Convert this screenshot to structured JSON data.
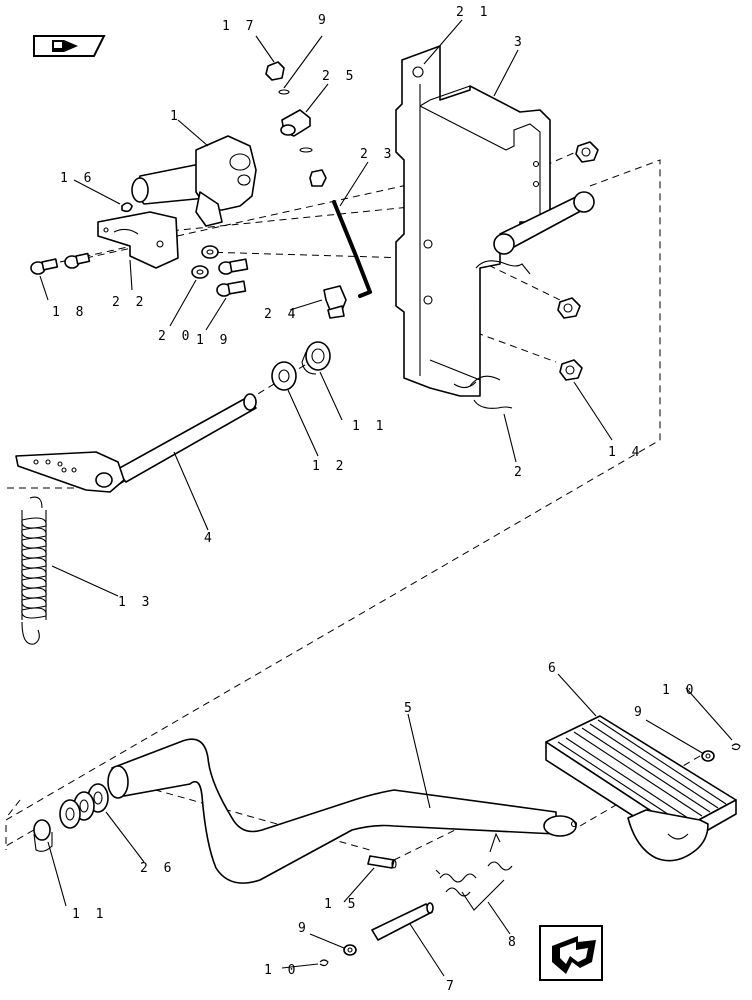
{
  "diagram": {
    "callouts": [
      {
        "id": "c17",
        "text": "1 7"
      },
      {
        "id": "c9a",
        "text": "9"
      },
      {
        "id": "c21",
        "text": "2 1"
      },
      {
        "id": "c3",
        "text": "3"
      },
      {
        "id": "c25",
        "text": "2 5"
      },
      {
        "id": "c1",
        "text": "1"
      },
      {
        "id": "c23",
        "text": "2 3"
      },
      {
        "id": "c16",
        "text": "1 6"
      },
      {
        "id": "c18",
        "text": "1 8"
      },
      {
        "id": "c22",
        "text": "2 2"
      },
      {
        "id": "c20",
        "text": "2 0"
      },
      {
        "id": "c19",
        "text": "1 9"
      },
      {
        "id": "c24",
        "text": "2 4"
      },
      {
        "id": "c11a",
        "text": "1 1"
      },
      {
        "id": "c12",
        "text": "1 2"
      },
      {
        "id": "c2",
        "text": "2"
      },
      {
        "id": "c14",
        "text": "1 4"
      },
      {
        "id": "c4",
        "text": "4"
      },
      {
        "id": "c13",
        "text": "1 3"
      },
      {
        "id": "c6",
        "text": "6"
      },
      {
        "id": "c10a",
        "text": "1 0"
      },
      {
        "id": "c9b",
        "text": "9"
      },
      {
        "id": "c5",
        "text": "5"
      },
      {
        "id": "c11b",
        "text": "1 1"
      },
      {
        "id": "c26",
        "text": "2 6"
      },
      {
        "id": "c15",
        "text": "1 5"
      },
      {
        "id": "c8",
        "text": "8"
      },
      {
        "id": "c9c",
        "text": "9"
      },
      {
        "id": "c10b",
        "text": "1 0"
      },
      {
        "id": "c7",
        "text": "7"
      }
    ],
    "icons": {
      "top_left": "book-reference-icon",
      "bottom_right": "navigation-arrow-icon"
    }
  }
}
